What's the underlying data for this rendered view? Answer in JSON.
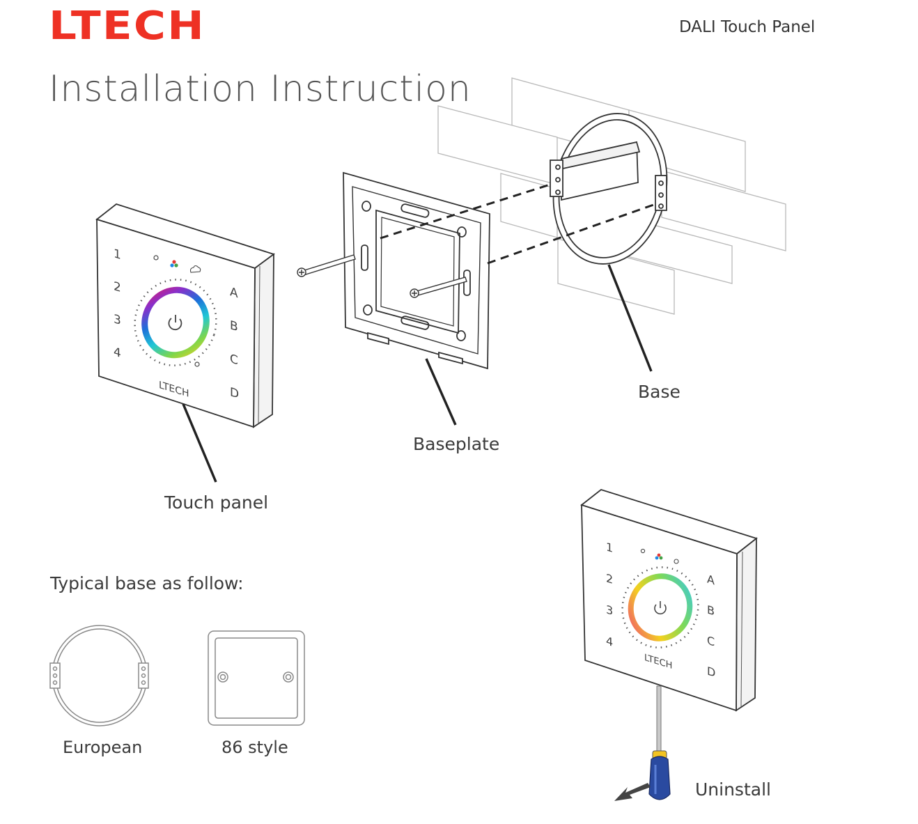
{
  "header": {
    "logo_text": "LTECH",
    "doc_title": "DALI Touch Panel",
    "brand_color": "#ee3124"
  },
  "main": {
    "heading": "Installation Instruction"
  },
  "labels": {
    "touch_panel": "Touch panel",
    "baseplate": "Baseplate",
    "base": "Base",
    "typical": "Typical base as follow:",
    "european": "European",
    "style86": "86 style",
    "uninstall": "Uninstall"
  },
  "panel": {
    "brand": "LTECH",
    "zones": [
      "1",
      "2",
      "3",
      "4"
    ],
    "groups": [
      "A",
      "B",
      "C",
      "D"
    ],
    "top_icons": [
      "sun-icon",
      "color-icon",
      "cloud-icon"
    ],
    "center_icon": "power-icon"
  }
}
